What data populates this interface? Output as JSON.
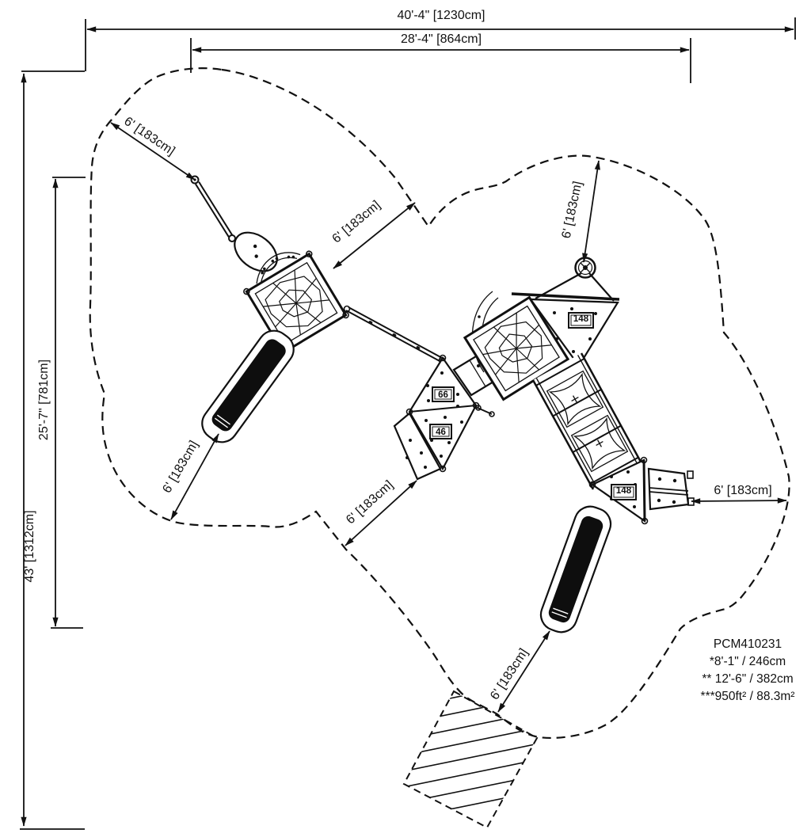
{
  "drawing": {
    "product_code": "PCM410231",
    "notes": {
      "line1": "*8'-1\" / 246cm",
      "line2": "** 12'-6\" / 382cm",
      "line3": "***950ft² / 88.3m²"
    },
    "dimensions": {
      "overall_width": "40'-4\" [1230cm]",
      "structure_width": "28'-4\" [864cm]",
      "overall_depth": "43' [1312cm]",
      "structure_depth": "25'-7\" [781cm]",
      "clearance": "6' [183cm]"
    },
    "decks": {
      "hex_upper": "66",
      "hex_lower": "46",
      "tower_upper": "148",
      "tower_lower": "148"
    }
  }
}
